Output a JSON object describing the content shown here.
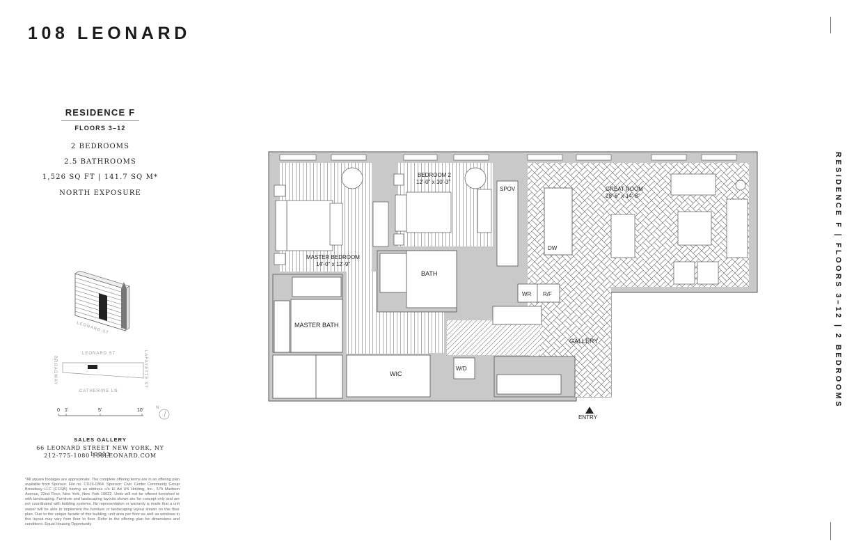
{
  "brand": "108 LEONARD",
  "residence": {
    "title": "RESIDENCE F",
    "floors": "FLOORS 3–12",
    "bedrooms": "2 BEDROOMS",
    "bathrooms": "2.5 BATHROOMS",
    "area": "1,526 SQ FT | 141.7 SQ M*",
    "exposure": "NORTH EXPOSURE"
  },
  "sidebar_vertical": "RESIDENCE F | FLOORS 3–12 | 2 BEDROOMS",
  "sales": {
    "title": "SALES GALLERY",
    "address": "66 LEONARD STREET NEW YORK, NY 10013",
    "contact": "212-775-1080 108LEONARD.COM"
  },
  "disclaimer": "*All square footages are approximate. The complete offering terms are in an offering plan available from Sponsor. File no. CD16-0364. Sponsor: Civic Center Community Group Broadway LLC (CCGB) having an address c/o El Ad US Holding, Inc., 575 Madison Avenue, 22nd Floor, New York, New York 10022. Units will not be offered furnished or with landscaping. Furniture and landscaping layouts shown are for concept only and are not coordinated with building systems. No representation or warranty is made that a unit owner will be able to implement the furniture or landscaping layout shown on this floor plan. Due to the unique facade of this building, unit area per floor as well as windows in this layout may vary from floor to floor. Refer to the offering plan for dimensions and conditions. Equal Housing Opportunity.",
  "streets": {
    "north": "LEONARD ST",
    "south": "CATHERINE LN",
    "west": "BROADWAY",
    "east": "LAFAYETTE ST",
    "building_street": "LEONARD ST"
  },
  "scale": {
    "t0": "0",
    "t1": "1'",
    "t5": "5'",
    "t10": "10'"
  },
  "compass": "N",
  "rooms": {
    "master_bedroom": "MASTER BEDROOM",
    "master_bedroom_dim": "14'-0\" x 12'-9\"",
    "bedroom2": "BEDROOM 2",
    "bedroom2_dim": "12'-0\" x 10'-3\"",
    "great_room": "GREAT ROOM",
    "great_room_dim": "28'-6\" x 14'-8\"",
    "bath": "BATH",
    "master_bath": "MASTER BATH",
    "wic": "WIC",
    "gallery": "GALLERY",
    "entry": "ENTRY",
    "spov": "SPOV",
    "dw": "DW",
    "wr": "WR",
    "rf": "R/F",
    "wd": "W/D"
  }
}
